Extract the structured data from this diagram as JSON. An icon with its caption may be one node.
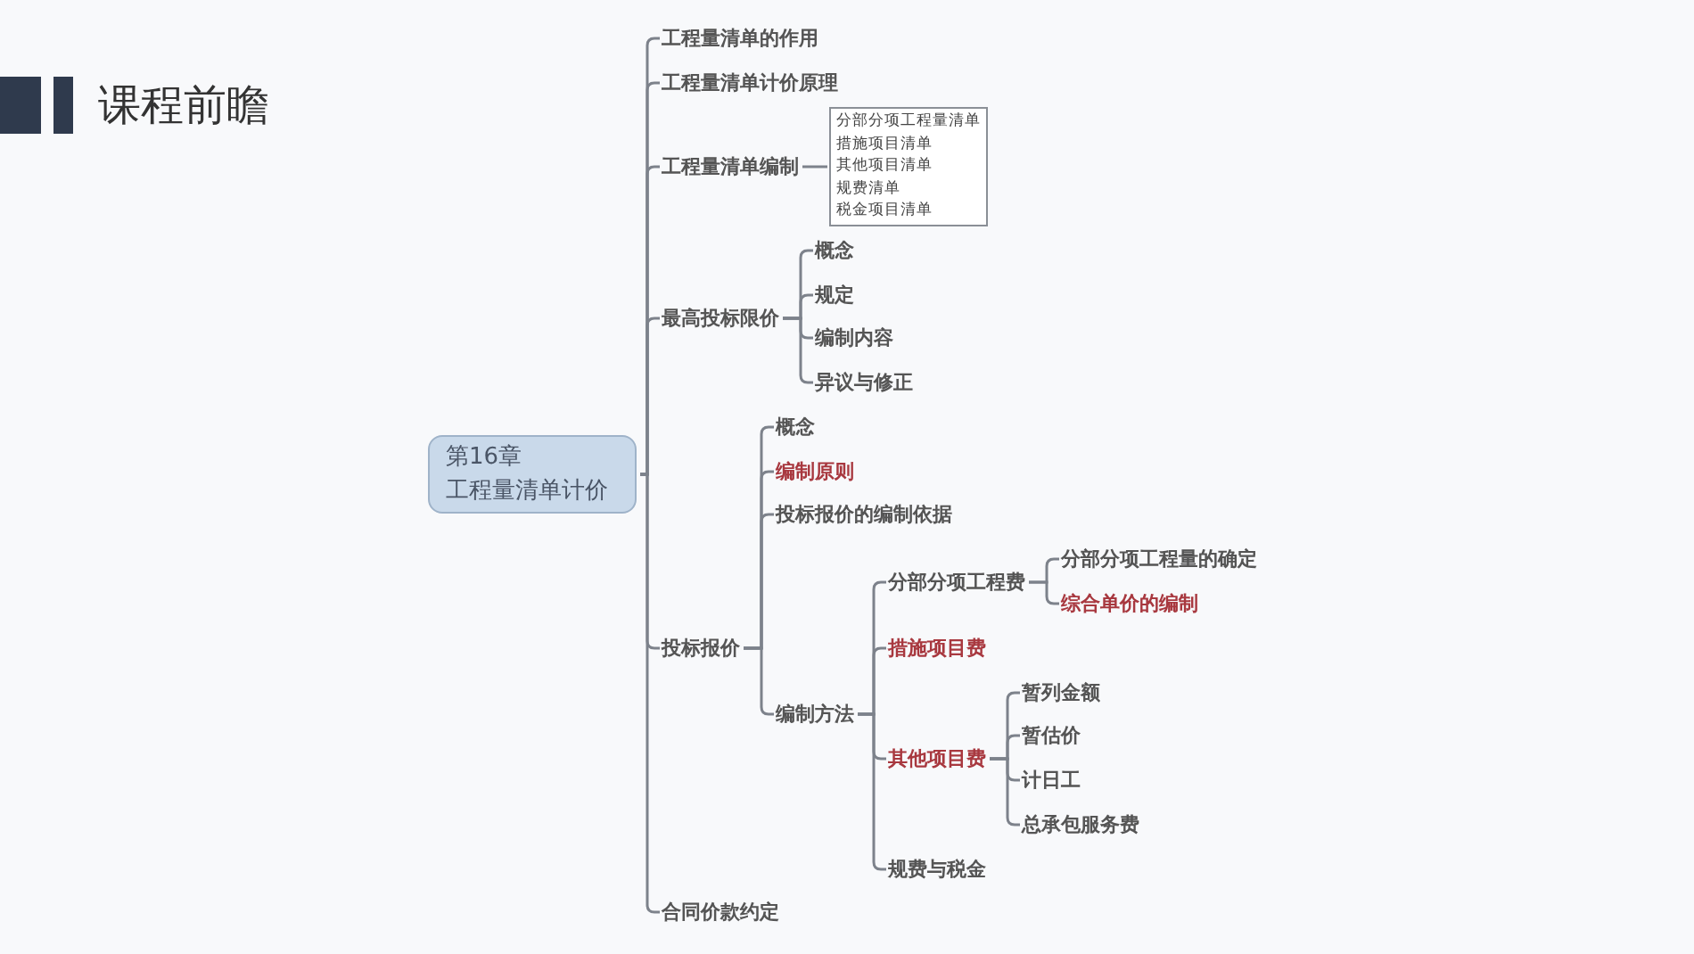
{
  "diagram": {
    "title": "课程前瞻",
    "nodes": [
      {
        "text": [
          "第16章",
          "工程量清单计价"
        ]
      },
      {
        "text": [
          "工程量清单的作用"
        ]
      },
      {
        "text": [
          "工程量清单计价原理"
        ]
      },
      {
        "text": [
          "工程量清单编制"
        ]
      },
      {
        "text": [
          "分部分项工程量清单",
          "措施项目清单",
          "其他项目清单",
          "规费清单",
          "税金项目清单"
        ]
      },
      {
        "text": [
          "最高投标限价"
        ]
      },
      {
        "text": [
          "概念"
        ]
      },
      {
        "text": [
          "规定"
        ]
      },
      {
        "text": [
          "编制内容"
        ]
      },
      {
        "text": [
          "异议与修正"
        ]
      },
      {
        "text": [
          "投标报价"
        ]
      },
      {
        "text": [
          "概念"
        ]
      },
      {
        "text": [
          "编制原则"
        ]
      },
      {
        "text": [
          "投标报价的编制依据"
        ]
      },
      {
        "text": [
          "编制方法"
        ]
      },
      {
        "text": [
          "分部分项工程费"
        ]
      },
      {
        "text": [
          "分部分项工程量的确定"
        ]
      },
      {
        "text": [
          "综合单价的编制"
        ]
      },
      {
        "text": [
          "措施项目费"
        ]
      },
      {
        "text": [
          "其他项目费"
        ]
      },
      {
        "text": [
          "暂列金额"
        ]
      },
      {
        "text": [
          "暂估价"
        ]
      },
      {
        "text": [
          "计日工"
        ]
      },
      {
        "text": [
          "总承包服务费"
        ]
      },
      {
        "text": [
          "规费与税金"
        ]
      },
      {
        "text": [
          "合同价款约定"
        ]
      }
    ],
    "edges": [
      {
        "from": 0,
        "to": 1,
        "arrow": "none"
      },
      {
        "from": 0,
        "to": 2,
        "arrow": "none"
      },
      {
        "from": 0,
        "to": 3,
        "arrow": "none"
      },
      {
        "from": 0,
        "to": 5,
        "arrow": "none"
      },
      {
        "from": 0,
        "to": 10,
        "arrow": "none"
      },
      {
        "from": 0,
        "to": 25,
        "arrow": "none"
      },
      {
        "from": 3,
        "to": 4,
        "arrow": "none"
      },
      {
        "from": 5,
        "to": 6,
        "arrow": "none"
      },
      {
        "from": 5,
        "to": 7,
        "arrow": "none"
      },
      {
        "from": 5,
        "to": 8,
        "arrow": "none"
      },
      {
        "from": 5,
        "to": 9,
        "arrow": "none"
      },
      {
        "from": 10,
        "to": 11,
        "arrow": "none"
      },
      {
        "from": 10,
        "to": 12,
        "arrow": "none"
      },
      {
        "from": 10,
        "to": 13,
        "arrow": "none"
      },
      {
        "from": 10,
        "to": 14,
        "arrow": "none"
      },
      {
        "from": 14,
        "to": 15,
        "arrow": "none"
      },
      {
        "from": 14,
        "to": 18,
        "arrow": "none"
      },
      {
        "from": 14,
        "to": 19,
        "arrow": "none"
      },
      {
        "from": 14,
        "to": 24,
        "arrow": "none"
      },
      {
        "from": 15,
        "to": 16,
        "arrow": "none"
      },
      {
        "from": 15,
        "to": 17,
        "arrow": "none"
      },
      {
        "from": 19,
        "to": 20,
        "arrow": "none"
      },
      {
        "from": 19,
        "to": 21,
        "arrow": "none"
      },
      {
        "from": 19,
        "to": 22,
        "arrow": "none"
      },
      {
        "from": 19,
        "to": 23,
        "arrow": "none"
      }
    ]
  }
}
